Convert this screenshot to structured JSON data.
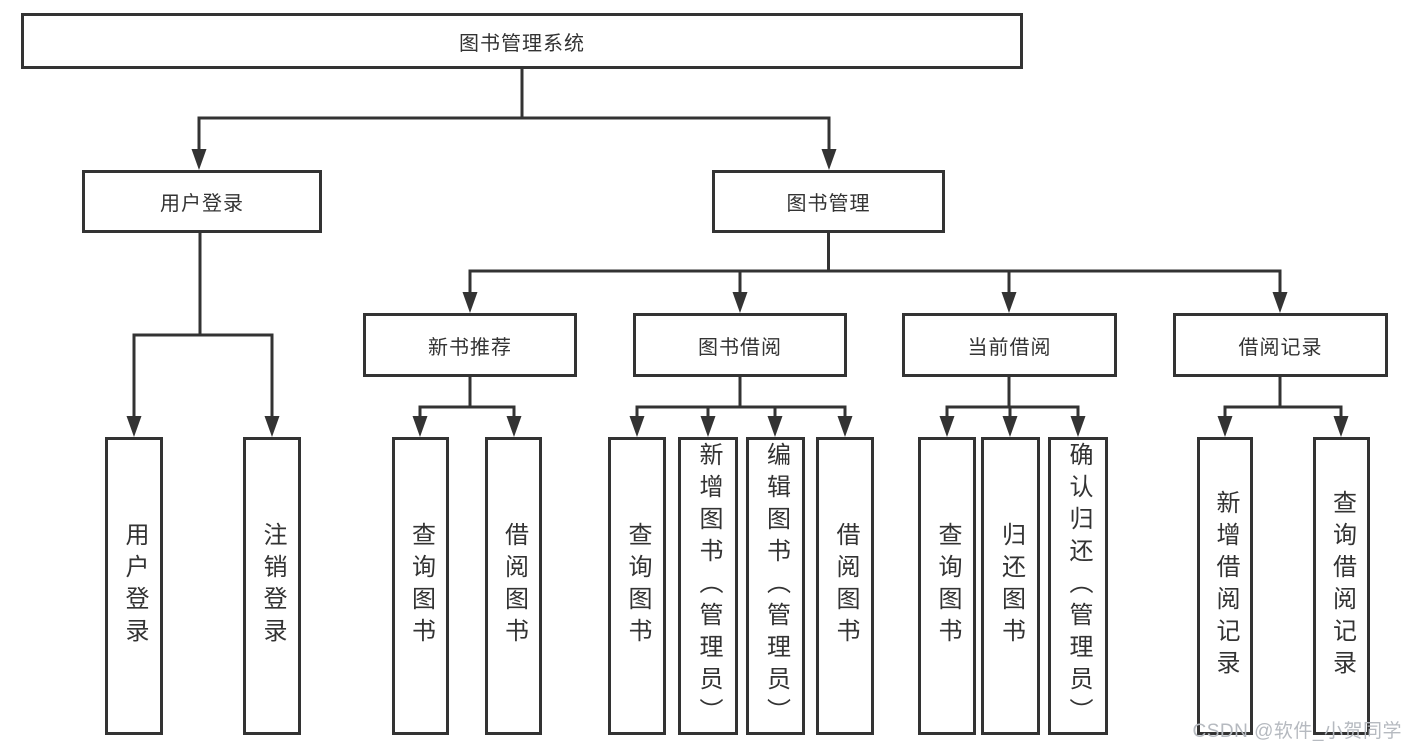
{
  "diagram": {
    "root": {
      "label": "图书管理系统"
    },
    "level2": [
      {
        "label": "用户登录"
      },
      {
        "label": "图书管理"
      }
    ],
    "user_login_children": [
      "用户登录",
      "注销登录"
    ],
    "groups": [
      {
        "label": "新书推荐",
        "children": [
          "查询图书",
          "借阅图书"
        ]
      },
      {
        "label": "图书借阅",
        "children": [
          "查询图书",
          "新增图书（管理员）",
          "编辑图书（管理员）",
          "借阅图书"
        ]
      },
      {
        "label": "当前借阅",
        "children": [
          "查询图书",
          "归还图书",
          "确认归还（管理员）"
        ]
      },
      {
        "label": "借阅记录",
        "children": [
          "新增借阅记录",
          "查询借阅记录"
        ]
      }
    ]
  },
  "watermark": {
    "text": "CSDN @软件_小贺同学"
  },
  "colors": {
    "line": "#333333",
    "text": "#333333",
    "box_background": "#ffffff",
    "page_background": "#ffffff",
    "watermark": "#b6bac0"
  }
}
